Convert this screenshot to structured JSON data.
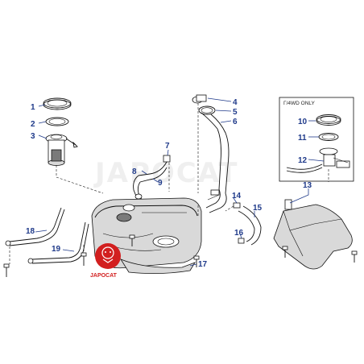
{
  "callouts": [
    {
      "id": "1",
      "label": "1"
    },
    {
      "id": "2",
      "label": "2"
    },
    {
      "id": "3",
      "label": "3"
    },
    {
      "id": "4",
      "label": "4"
    },
    {
      "id": "5",
      "label": "5"
    },
    {
      "id": "6",
      "label": "6"
    },
    {
      "id": "7",
      "label": "7"
    },
    {
      "id": "8",
      "label": "8"
    },
    {
      "id": "9",
      "label": "9"
    },
    {
      "id": "10",
      "label": "10"
    },
    {
      "id": "11",
      "label": "11"
    },
    {
      "id": "12",
      "label": "12"
    },
    {
      "id": "13",
      "label": "13"
    },
    {
      "id": "14",
      "label": "14"
    },
    {
      "id": "15",
      "label": "15"
    },
    {
      "id": "16",
      "label": "16"
    },
    {
      "id": "17",
      "label": "17"
    },
    {
      "id": "18",
      "label": "18"
    },
    {
      "id": "19",
      "label": "19"
    }
  ],
  "inset_caption": "Γ/4WD ONLY",
  "watermark": "JAPOCAT",
  "logo_text": "JAPOCAT",
  "colors": {
    "callout": "#1f3a8a",
    "logo": "#d21f1f",
    "line": "#111111"
  }
}
